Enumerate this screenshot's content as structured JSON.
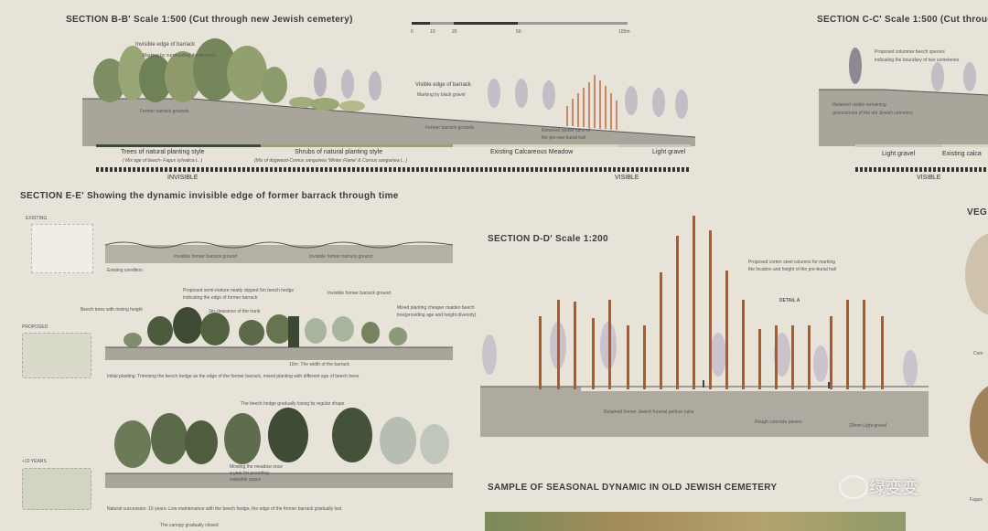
{
  "sections": {
    "bb": {
      "title": "SECTION B-B'  Scale 1:500 (Cut through new Jewish cemetery)",
      "scale_ticks": [
        "0",
        "10",
        "20",
        "50",
        "100m"
      ],
      "notes": {
        "invisible_edge": "Invisible edge of barrack",
        "invisible_edge_sub": "Marking by surrounding dense trees",
        "visible_edge": "Visible edge of barrack",
        "visible_edge_sub": "Marking by black gravel",
        "former_ground_1": "Former barrack grounds",
        "former_ground_2": "Former barrack grounds",
        "retained_ruins": "Retained visible ruins of",
        "retained_ruins_2": "the pre-war burial hall"
      },
      "legend": {
        "trees": "Trees of natural planting style",
        "trees_sub": "( Mix age of beech- Fagus sylvatica L. )",
        "shrubs": "Shrubs of natural planting style",
        "shrubs_sub": "(Mix of dogwood-Cornus sanguinea 'Winter Flame'  & Cornus sanguinea L. )",
        "meadow": "Existing Calcareous Meadow",
        "gravel": "Light gravel"
      },
      "invisible_label": "INVISIBLE",
      "visible_label": "VISIBLE"
    },
    "cc": {
      "title": "SECTION C-C'  Scale 1:500   (Cut through",
      "note_1": "Proposed columnar beech species",
      "note_2": "indicating the boundary of two cemeteries",
      "note_3": "Retained visible remaining",
      "note_4": "gravestones of the old Jewish cemetery",
      "legend_gravel": "Light gravel",
      "legend_calc": "Existing calca",
      "visible_label": "VISIBLE"
    },
    "ee": {
      "title": "SECTION E-E'  Showing the dynamic invisible edge of former barrack through time",
      "existing": "EXISTING",
      "existing_ground_1": "Invisible former barrack ground",
      "existing_ground_2": "Invisible former barrack ground",
      "existing_caption": "Existing condition",
      "proposed": "PROPOSED",
      "p_note_1": "Proposed semi-mature neatly clipped 6m beech hedge",
      "p_note_1b": "indicating the edge of former barrack",
      "p_note_2": "Invisible former barrack ground",
      "p_note_3": "Beech trees with mixing height",
      "p_note_4": "3m clearance of the trunk",
      "p_note_5": "Mixed planting cheaper maiden beech",
      "p_note_5b": "tree(providing age and height diversity)",
      "p_note_6": "10m: The width of the barrack",
      "p_caption": "Initial planting: Trimming the beech hedge as the edge of the former barrack, mixed planting with different age of beech trees",
      "ten_years": "+10 YEARS",
      "t_note_1": "The beech hedge gradually losing its regular shape",
      "t_note_2": "Mowing the meadow once",
      "t_note_2b": "a year for providing",
      "t_note_2c": "walkable space",
      "t_caption": "Natural succession: 10 years- Low maintenance with the beech hedge, the edge of the former barrack gradually lost",
      "t_cut": "The canopy gradually closed"
    },
    "dd": {
      "title": "SECTION D-D'  Scale 1:200",
      "note_columns": "Proposed corten steel columns for marking",
      "note_columns_2": "the location and height of the pre-burial hall",
      "detail": "DETAIL A",
      "note_ruins": "Retained former Jewish funeral parlour ruins",
      "note_pavers": "Rough concrete pavers",
      "note_gravel": "20mm Light gravel"
    },
    "sample": {
      "title": "SAMPLE OF SEASONAL DYNAMIC IN OLD JEWISH CEMETERY"
    },
    "right_edge": {
      "veg": "VEG",
      "con": "Com",
      "fagus": "Fagus"
    }
  },
  "watermark": {
    "text": "绿变变"
  },
  "colors": {
    "background": "#e7e3d9",
    "corten": "#b4582a",
    "tree_dark": "#4c5a3e",
    "tree_light": "#a8b4a0",
    "ground": "#a9a59b"
  }
}
